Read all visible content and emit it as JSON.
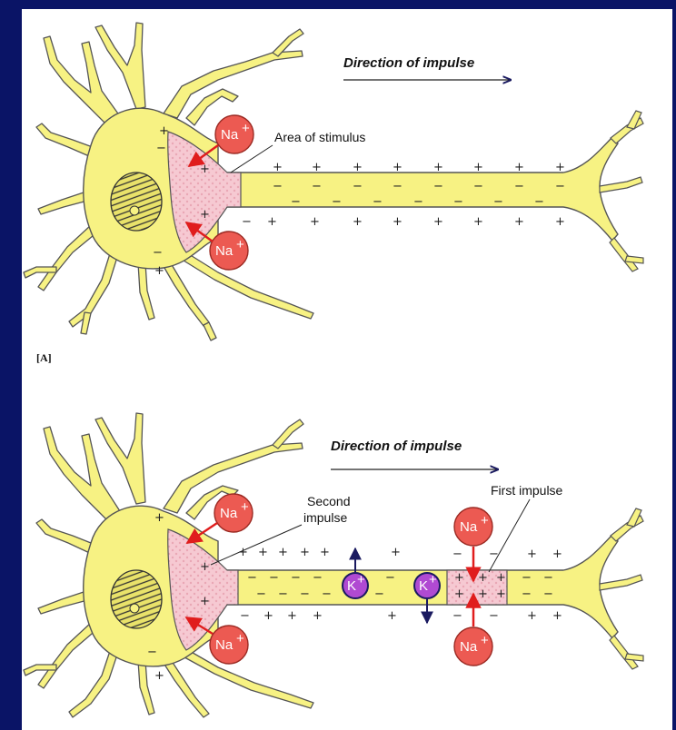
{
  "colors": {
    "background": "#0a1466",
    "neuron": "#f7f283",
    "outline": "#555555",
    "stimulus": "#f6c9d2",
    "na": "#ec5a52",
    "k": "#b04ad2",
    "arrow": "#e01d1d"
  },
  "panel_a": {
    "label": "[A]",
    "direction": "Direction of impulse",
    "callout": "Area of stimulus",
    "ions": {
      "na": "Na",
      "na_sup": "+"
    },
    "charge_plus": "+",
    "charge_minus": "−"
  },
  "panel_b": {
    "direction": "Direction of impulse",
    "second_line1": "Second",
    "second_line2": "impulse",
    "first": "First impulse",
    "ions": {
      "na": "Na",
      "k": "K",
      "sup": "+"
    },
    "charge_plus": "+",
    "charge_minus": "−"
  }
}
